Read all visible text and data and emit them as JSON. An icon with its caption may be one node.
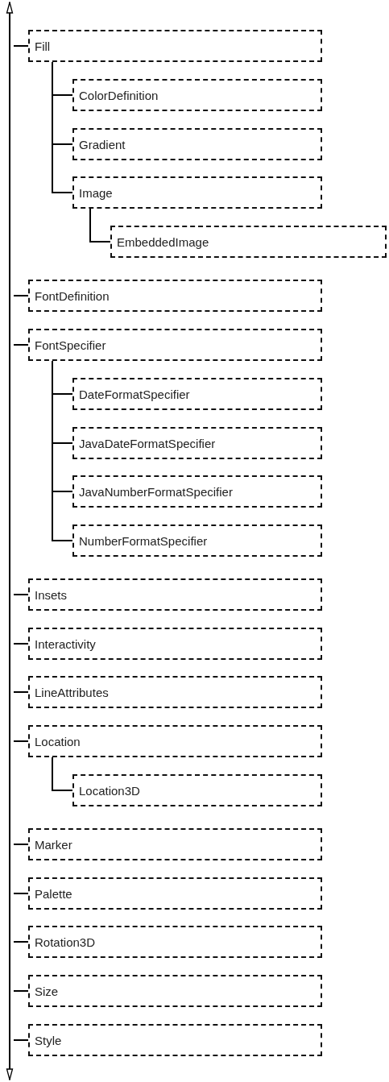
{
  "diagram": {
    "nodes": [
      {
        "text": [],
        "shape": "bar"
      },
      {
        "text": [
          "Fill"
        ]
      },
      {
        "text": [
          "ColorDefinition"
        ]
      },
      {
        "text": [
          "Gradient"
        ]
      },
      {
        "text": [
          "Image"
        ]
      },
      {
        "text": [
          "EmbeddedImage"
        ]
      },
      {
        "text": [
          "FontDefinition"
        ]
      },
      {
        "text": [
          "FontSpecifier"
        ]
      },
      {
        "text": [
          "DateFormatSpecifier"
        ]
      },
      {
        "text": [
          "JavaDateFormatSpecifier"
        ]
      },
      {
        "text": [
          "JavaNumberFormatSpecifier"
        ]
      },
      {
        "text": [
          "NumberFormatSpecifier"
        ]
      },
      {
        "text": [
          "Insets"
        ]
      },
      {
        "text": [
          "Interactivity"
        ]
      },
      {
        "text": [
          "LineAttributes"
        ]
      },
      {
        "text": [
          "Location"
        ]
      },
      {
        "text": [
          "Location3D"
        ]
      },
      {
        "text": [
          "Marker"
        ]
      },
      {
        "text": [
          "Palette"
        ]
      },
      {
        "text": [
          "Rotation3D"
        ]
      },
      {
        "text": [
          "Size"
        ]
      },
      {
        "text": [
          "Style"
        ]
      }
    ],
    "edges": [
      {
        "from": 0,
        "to": 1,
        "arrow": "none"
      },
      {
        "from": 1,
        "to": 2,
        "arrow": "none"
      },
      {
        "from": 1,
        "to": 3,
        "arrow": "none"
      },
      {
        "from": 1,
        "to": 4,
        "arrow": "none"
      },
      {
        "from": 4,
        "to": 5,
        "arrow": "none"
      },
      {
        "from": 0,
        "to": 6,
        "arrow": "none"
      },
      {
        "from": 0,
        "to": 7,
        "arrow": "none"
      },
      {
        "from": 7,
        "to": 8,
        "arrow": "none"
      },
      {
        "from": 7,
        "to": 9,
        "arrow": "none"
      },
      {
        "from": 7,
        "to": 10,
        "arrow": "none"
      },
      {
        "from": 7,
        "to": 11,
        "arrow": "none"
      },
      {
        "from": 0,
        "to": 12,
        "arrow": "none"
      },
      {
        "from": 0,
        "to": 13,
        "arrow": "none"
      },
      {
        "from": 0,
        "to": 14,
        "arrow": "none"
      },
      {
        "from": 0,
        "to": 15,
        "arrow": "none"
      },
      {
        "from": 15,
        "to": 16,
        "arrow": "none"
      },
      {
        "from": 0,
        "to": 17,
        "arrow": "none"
      },
      {
        "from": 0,
        "to": 18,
        "arrow": "none"
      },
      {
        "from": 0,
        "to": 19,
        "arrow": "none"
      },
      {
        "from": 0,
        "to": 20,
        "arrow": "none"
      },
      {
        "from": 0,
        "to": 21,
        "arrow": "none"
      }
    ]
  }
}
